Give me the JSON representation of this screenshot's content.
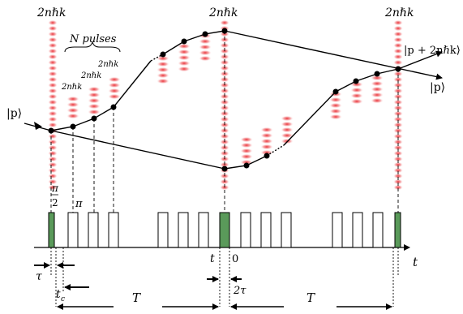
{
  "labels": {
    "top_momentum_1": "2nℏk",
    "top_momentum_2": "2nℏk",
    "top_momentum_3": "2nℏk",
    "n_pulses": "N pulses",
    "step_1": "2nℏk",
    "step_2": "2nℏk",
    "step_3": "2nℏk",
    "ket_p_left": "|p⟩",
    "ket_p_right": "|p⟩",
    "ket_p_plus": "|p + 2nℏk⟩",
    "pi_over_2_num": "π",
    "pi_over_2_den": "2",
    "pi": "π",
    "t_axis": "t",
    "t_before_zero": "t",
    "zero": "0",
    "tau": "τ",
    "t_c": "t",
    "t_c_sub": "c",
    "two_tau": "2τ",
    "T_left": "T",
    "T_right": "T"
  },
  "colors": {
    "line": "#000000",
    "atom_cloud": "#e8232a",
    "beam_splitter_pulse": "#5a9a5a",
    "arrow": "#000000"
  }
}
